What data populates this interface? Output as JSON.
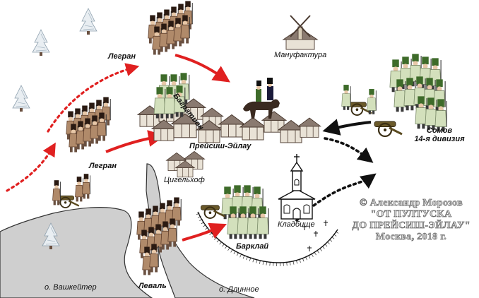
{
  "labels": {
    "legran_top": "Легран",
    "legran_bottom": "Легран",
    "bagration": "Багратион",
    "manufaktura": "Мануфактура",
    "preisisch_eylau": "Прейсиш-Эйлау",
    "tsigelhof": "Цигельхоф",
    "kladbishche": "Кладбище",
    "barclay": "Барклай",
    "levall": "Леваль",
    "somov": "Сомов",
    "division_14": "14-я дивизия",
    "lake_vashkeiter": "о. Вашкейтер",
    "lake_dlinnoe": "о. Длинное"
  },
  "copyright": {
    "line1": "© Александр Морозов",
    "line2": "\"ОТ ПУЛТУСКА",
    "line3": "ДО ПРЕЙСИШ-ЭЙЛАУ\"",
    "line4": "Москва, 2018 г."
  },
  "colors": {
    "french_coat": "#b08a6a",
    "russian_coat": "#c8d8b0",
    "russian_shako": "#3e6b2a",
    "lake_fill": "#cfcfcf",
    "french_arrow": "#e02020",
    "russian_arrow": "#111111",
    "roof": "#8a7a70"
  }
}
